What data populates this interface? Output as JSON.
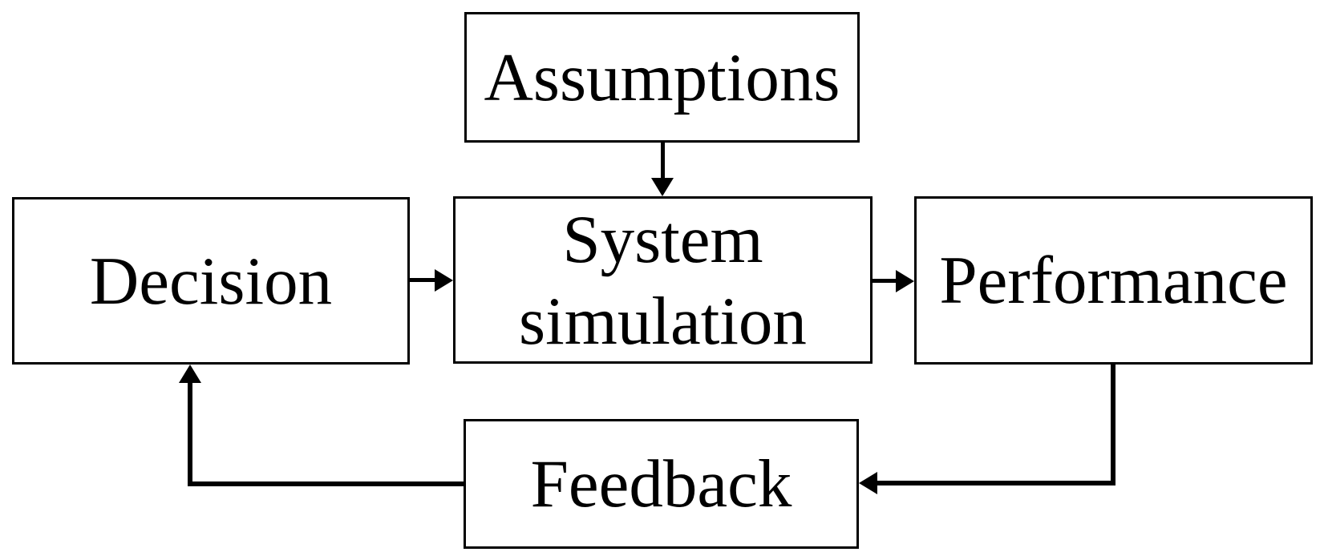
{
  "diagram": {
    "background_color": "#ffffff",
    "line_color": "#000000",
    "text_color": "#000000",
    "nodes": [
      {
        "id": "assumptions",
        "label": "Assumptions"
      },
      {
        "id": "decision",
        "label": "Decision"
      },
      {
        "id": "system-simulation",
        "label": "System simulation"
      },
      {
        "id": "performance",
        "label": "Performance"
      },
      {
        "id": "feedback",
        "label": "Feedback"
      }
    ],
    "edges": [
      {
        "from": "Assumptions",
        "to": "System simulation",
        "path": "down"
      },
      {
        "from": "Decision",
        "to": "System simulation",
        "path": "right"
      },
      {
        "from": "System simulation",
        "to": "Performance",
        "path": "right"
      },
      {
        "from": "Performance",
        "to": "Feedback",
        "path": "down-then-left"
      },
      {
        "from": "Feedback",
        "to": "Decision",
        "path": "left-then-up"
      }
    ]
  }
}
